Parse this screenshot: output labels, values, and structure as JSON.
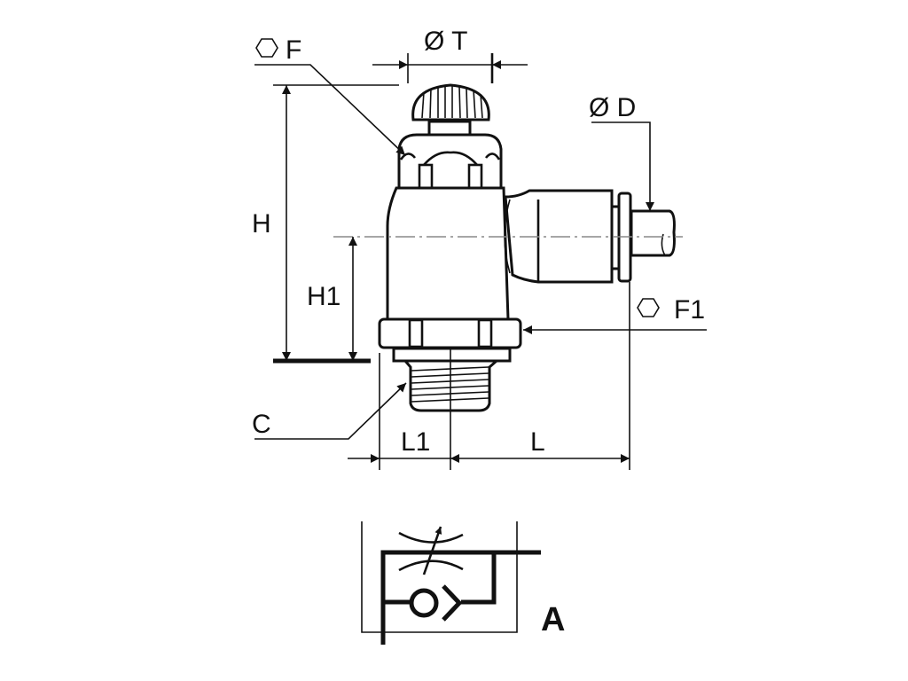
{
  "drawing": {
    "labels": {
      "hex_f": "F",
      "diameter_t": "Ø T",
      "diameter_d": "Ø D",
      "h": "H",
      "h1": "H1",
      "hex_f1": "F1",
      "c": "C",
      "l1": "L1",
      "l": "L"
    }
  },
  "symbol": {
    "label": "A"
  }
}
